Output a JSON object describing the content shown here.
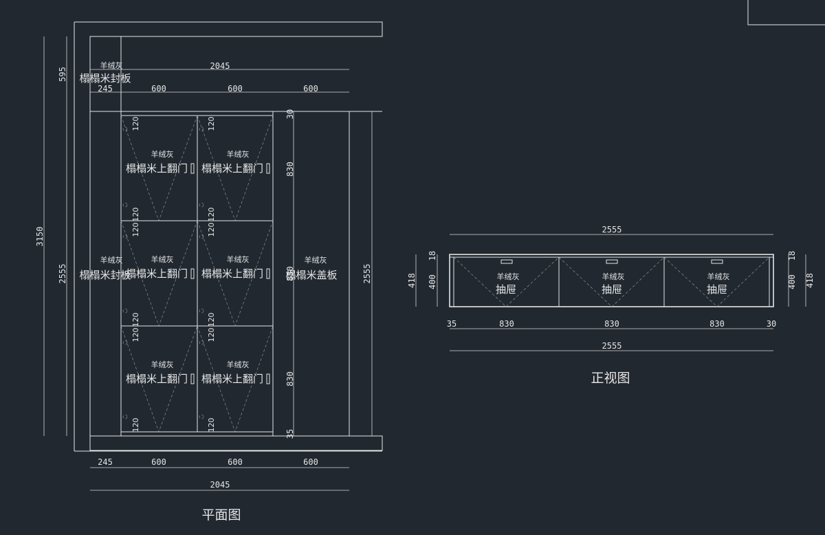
{
  "labels": {
    "material": "羊绒灰",
    "seal_board": "榻榻米封板",
    "flip_door": "榻榻米上翻门",
    "cover_board": "榻榻米盖板",
    "drawer": "抽屉"
  },
  "titles": {
    "plan": "平面图",
    "front": "正视图"
  },
  "dims": {
    "d2045": "2045",
    "d245": "245",
    "d600": "600",
    "d595": "595",
    "d3150": "3150",
    "d2555": "2555",
    "d830": "830",
    "d120": "120",
    "d30": "30",
    "d35": "35",
    "d18": "18",
    "d400": "400",
    "d418": "418"
  }
}
